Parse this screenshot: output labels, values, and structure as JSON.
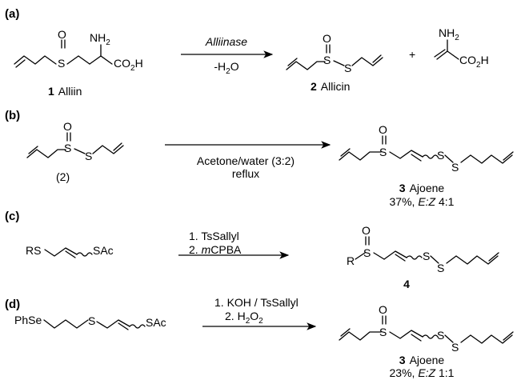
{
  "panels": {
    "a": {
      "tag": "(a)",
      "reactant": {
        "number": "1",
        "name": "Alliin",
        "atoms": {
          "O": "O",
          "S": "S",
          "NH2": "NH",
          "NH2_sub": "2",
          "CO2H_a": "CO",
          "CO2H_sub": "2",
          "CO2H_b": "H"
        }
      },
      "conditions": {
        "top": "Alliinase",
        "bottom": "-H",
        "bottom_sub": "2",
        "bottom_tail": "O"
      },
      "product": {
        "number": "2",
        "name": "Allicin",
        "atoms": {
          "O": "O",
          "S1": "S",
          "S2": "S"
        }
      },
      "plus": "+",
      "byproduct": {
        "atoms": {
          "NH2": "NH",
          "NH2_sub": "2",
          "CO2H_a": "CO",
          "CO2H_sub": "2",
          "CO2H_b": "H"
        }
      }
    },
    "b": {
      "tag": "(b)",
      "reactant": {
        "number_label": "(2)",
        "atoms": {
          "O": "O",
          "S1": "S",
          "S2": "S"
        }
      },
      "conditions": {
        "line1": "Acetone/water (3:2)",
        "line2": "reflux"
      },
      "product": {
        "number": "3",
        "name": "Ajoene",
        "yield_prefix": "37%, ",
        "ez": "E:Z",
        "ratio": " 4:1",
        "atoms": {
          "O": "O",
          "S1": "S",
          "S2": "S",
          "S3": "S"
        }
      }
    },
    "c": {
      "tag": "(c)",
      "reactant": {
        "atoms": {
          "RS": "RS",
          "SAc": "SAc"
        }
      },
      "conditions": {
        "line1": "1. TsSallyl",
        "line2_prefix": "2. ",
        "line2_italic": "m",
        "line2_tail": "CPBA"
      },
      "product": {
        "number": "4",
        "atoms": {
          "R": "R",
          "O": "O",
          "S1": "S",
          "S2": "S",
          "S3": "S"
        }
      }
    },
    "d": {
      "tag": "(d)",
      "reactant": {
        "atoms": {
          "PhSe": "PhSe",
          "S": "S",
          "SAc": "SAc"
        }
      },
      "conditions": {
        "line1": "1. KOH / TsSallyl",
        "line2_prefix": "2. H",
        "line2_sub": "2",
        "line2_mid": "O",
        "line2_sub2": "2"
      },
      "product": {
        "number": "3",
        "name": "Ajoene",
        "yield_prefix": "23%, ",
        "ez": "E:Z",
        "ratio": " 1:1",
        "atoms": {
          "O": "O",
          "S1": "S",
          "S2": "S",
          "S3": "S"
        }
      }
    }
  }
}
